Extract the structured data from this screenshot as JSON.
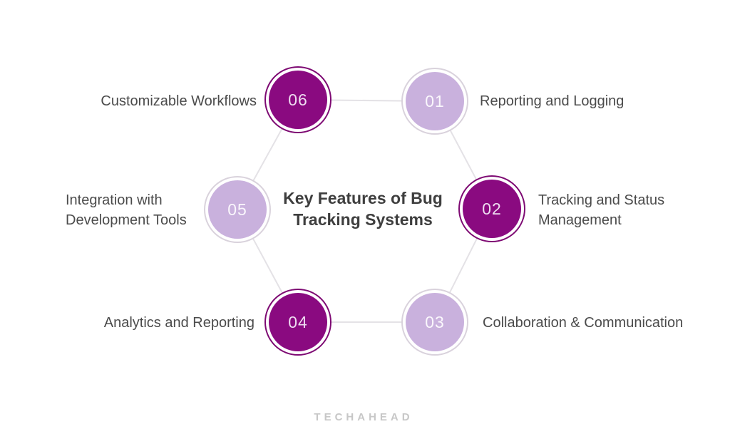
{
  "title": "Key Features of Bug\nTracking Systems",
  "brand": {
    "logo_text": "TECHAHEAD"
  },
  "colors": {
    "dark_circle_fill": "#8a0a80",
    "dark_circle_ring": "#7e0a73",
    "light_circle_fill": "#c9b1dd",
    "light_circle_ring": "#d9d2dc",
    "connector_line": "#e4e2e6",
    "label_text": "#4b4b4b",
    "title_text": "#3e3e3e",
    "logo_text": "#c7c7c7"
  },
  "features": [
    {
      "number": "01",
      "label": "Reporting and Logging",
      "variant": "light"
    },
    {
      "number": "02",
      "label": "Tracking and Status\nManagement",
      "variant": "dark"
    },
    {
      "number": "03",
      "label": "Collaboration & Communication",
      "variant": "light"
    },
    {
      "number": "04",
      "label": "Analytics and Reporting",
      "variant": "dark"
    },
    {
      "number": "05",
      "label": "Integration with\nDevelopment Tools",
      "variant": "light"
    },
    {
      "number": "06",
      "label": "Customizable Workflows",
      "variant": "dark"
    }
  ]
}
